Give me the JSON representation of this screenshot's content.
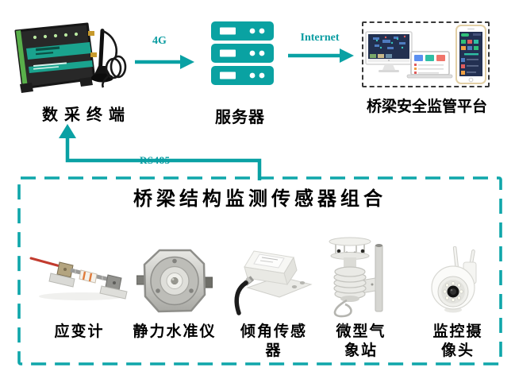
{
  "colors": {
    "accent_teal": "#0aa1a4",
    "dashed_border_teal": "#0fa6aa",
    "server_teal": "#0aa2a2",
    "label_black": "#000000"
  },
  "nodes": {
    "terminal": {
      "label": "数采终端"
    },
    "server": {
      "label": "服务器"
    },
    "platform": {
      "label": "桥梁安全监管平台"
    }
  },
  "links": {
    "terminal_to_server": {
      "label": "4G"
    },
    "server_to_platform": {
      "label": "Internet"
    },
    "sensors_to_terminal": {
      "label": "RS485"
    }
  },
  "sensor_box": {
    "title": "桥梁结构监测传感器组合",
    "sensors": [
      {
        "id": "strain-gauge",
        "label": "应变计"
      },
      {
        "id": "static-level",
        "label": "静力水准仪"
      },
      {
        "id": "tilt-sensor",
        "label": "倾角传感器"
      },
      {
        "id": "micro-weather-station",
        "label": "微型气象站"
      },
      {
        "id": "surveillance-camera",
        "label": "监控摄像头"
      }
    ]
  }
}
